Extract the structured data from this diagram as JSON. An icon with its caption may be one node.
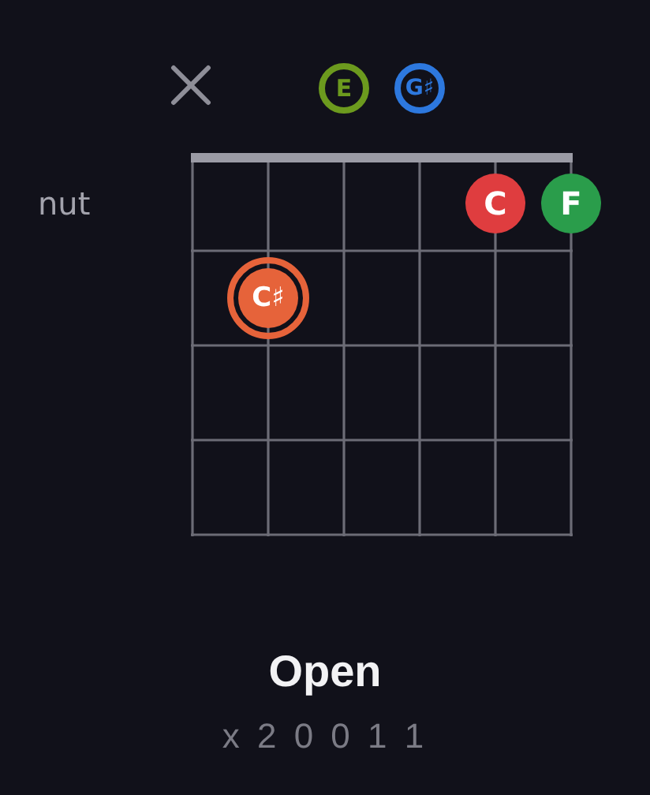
{
  "diagram": {
    "title": "Open",
    "nodes": [
      {
        "text": [],
        "shape": "cross"
      },
      {
        "text": [
          "E"
        ]
      },
      {
        "text": [
          "G♯"
        ]
      },
      {
        "text": [
          "C"
        ]
      },
      {
        "text": [
          "F"
        ]
      },
      {
        "text": [
          "C♯"
        ]
      }
    ],
    "labels": [
      "nut",
      "x 2 0 0 1 1"
    ]
  }
}
